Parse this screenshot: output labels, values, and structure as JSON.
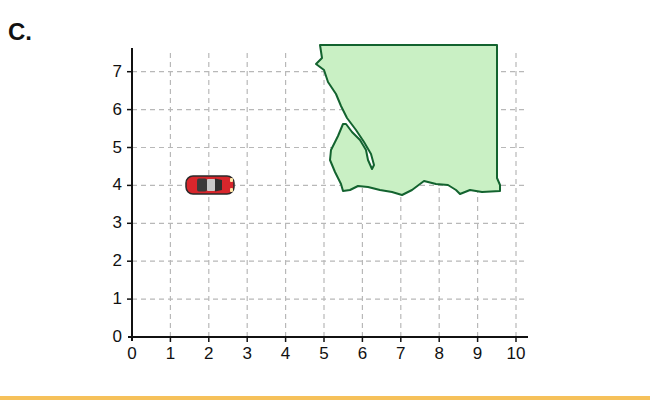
{
  "diagram": {
    "labels": [
      "C.",
      "0",
      "1",
      "2",
      "3",
      "4",
      "5",
      "6",
      "7",
      "8",
      "9",
      "10",
      "0",
      "1",
      "2",
      "3",
      "4",
      "5",
      "6",
      "7"
    ]
  }
}
